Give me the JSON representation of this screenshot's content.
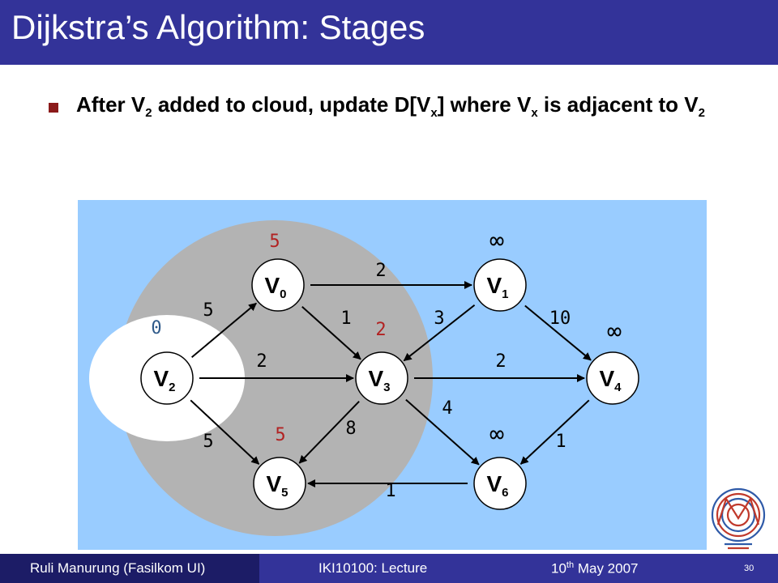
{
  "slide": {
    "title": "Dijkstra’s Algorithm: Stages",
    "bullet": {
      "t1": "After V",
      "s1": "2",
      "t2": " added to cloud, update D[V",
      "s2": "x",
      "t3": "] where V",
      "s3": "x",
      "t4": " is adjacent to V",
      "s4": "2"
    }
  },
  "graph": {
    "nodes": [
      {
        "id": "v0",
        "letter": "V",
        "sub": "0",
        "dist": "5",
        "dist_color": "#b22222"
      },
      {
        "id": "v1",
        "letter": "V",
        "sub": "1",
        "dist": "∞",
        "dist_color": "#000000"
      },
      {
        "id": "v2",
        "letter": "V",
        "sub": "2",
        "dist": "0",
        "dist_color": "#2f5a8a"
      },
      {
        "id": "v3",
        "letter": "V",
        "sub": "3",
        "dist": "2",
        "dist_color": "#b22222"
      },
      {
        "id": "v4",
        "letter": "V",
        "sub": "4",
        "dist": "∞",
        "dist_color": "#000000"
      },
      {
        "id": "v5",
        "letter": "V",
        "sub": "5",
        "dist": "5",
        "dist_color": "#b22222"
      },
      {
        "id": "v6",
        "letter": "V",
        "sub": "6",
        "dist": "∞",
        "dist_color": "#000000"
      }
    ],
    "edges": [
      {
        "from": "v0",
        "to": "v1",
        "weight": "2"
      },
      {
        "from": "v0",
        "to": "v3",
        "weight": "1"
      },
      {
        "from": "v1",
        "to": "v3",
        "weight": "3"
      },
      {
        "from": "v1",
        "to": "v4",
        "weight": "10"
      },
      {
        "from": "v2",
        "to": "v0",
        "weight": "5"
      },
      {
        "from": "v2",
        "to": "v3",
        "weight": "2"
      },
      {
        "from": "v2",
        "to": "v5",
        "weight": "5"
      },
      {
        "from": "v3",
        "to": "v4",
        "weight": "2"
      },
      {
        "from": "v3",
        "to": "v6",
        "weight": "4"
      },
      {
        "from": "v3",
        "to": "v5",
        "weight": "8"
      },
      {
        "from": "v4",
        "to": "v6",
        "weight": "1"
      },
      {
        "from": "v6",
        "to": "v5",
        "weight": "1"
      }
    ],
    "colors": {
      "panel": "#99ccff",
      "cloud": "#b3b3b3",
      "inner_cloud": "#ffffff"
    }
  },
  "footer": {
    "author": "Ruli Manurung (Fasilkom UI)",
    "course": "IKI10100: Lecture",
    "date_day": "10",
    "date_sup": "th",
    "date_rest": " May 2007",
    "page": "30"
  },
  "logo": {
    "icon": "university-logo-icon"
  }
}
